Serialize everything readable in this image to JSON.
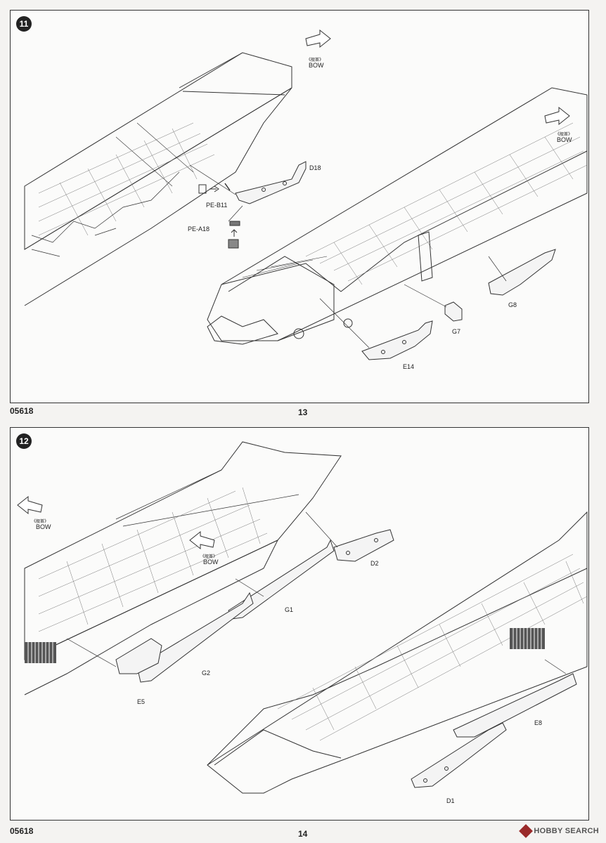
{
  "page_top": {
    "step_number": "11",
    "footer_code": "05618",
    "page_number": "13",
    "labels": {
      "bow_zh_1": "《舰首》",
      "bow_1": "BOW",
      "bow_zh_2": "《舰首》",
      "bow_2": "BOW",
      "d18": "D18",
      "pe_b11": "PE-B11",
      "pe_a18": "PE-A18",
      "g8": "G8",
      "g7": "G7",
      "e14": "E14"
    }
  },
  "page_bottom": {
    "step_number": "12",
    "footer_code": "05618",
    "page_number": "14",
    "labels": {
      "d2": "D2",
      "g1": "G1",
      "g2": "G2",
      "e5": "E5",
      "e8": "E8",
      "d1": "D1",
      "bow_zh_1": "《舰首》",
      "bow_1": "BOW",
      "bow_zh_2": "《舰首》",
      "bow_2": "BOW"
    }
  },
  "watermark": {
    "text": "HOBBY SEARCH",
    "brand_color": "#9a2a2a"
  }
}
